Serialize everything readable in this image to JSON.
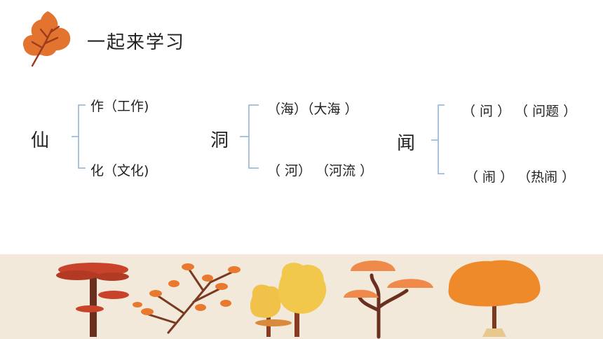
{
  "page": {
    "title": "一起来学习"
  },
  "groups": [
    {
      "char": "仙",
      "top": "作（工作)",
      "bottom": "化（文化)"
    },
    {
      "char": "洞",
      "top": "（海）（大海 ）",
      "bottom": "（ 河）  （河流  ）"
    },
    {
      "char": "闻",
      "top": "（ 问 ）  （ 问题  ）",
      "bottom": "（ 闹 ）  （热闹 ）"
    }
  ],
  "colors": {
    "accent": "#e2742f",
    "bracket": "#8fb0cf",
    "footer_bg": "#f2e9da"
  },
  "icons": {
    "logo": "autumn-leaf-icon"
  }
}
